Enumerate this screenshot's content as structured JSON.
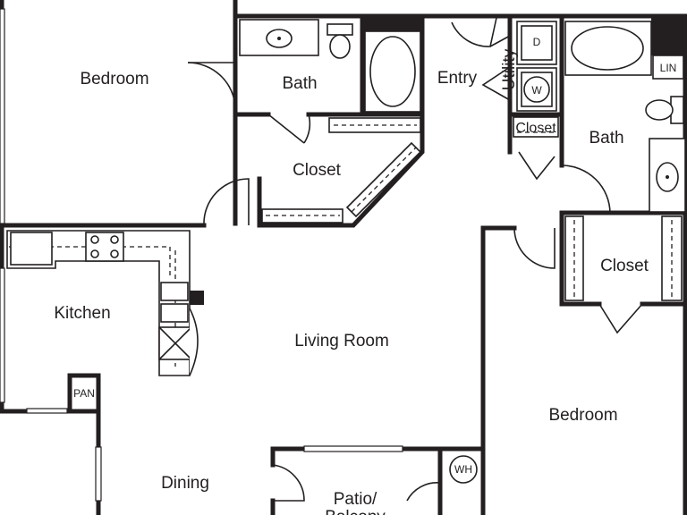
{
  "rooms": {
    "bedroom_top_left": "Bedroom",
    "bath_top": "Bath",
    "closet_center": "Closet",
    "entry": "Entry",
    "utility": "Utility",
    "closet_small": "Closet",
    "bath_right": "Bath",
    "closet_right": "Closet",
    "kitchen": "Kitchen",
    "living_room": "Living Room",
    "bedroom_right": "Bedroom",
    "dining": "Dining",
    "patio_line1": "Patio/",
    "patio_line2": "Balcony"
  },
  "fixtures": {
    "pantry": "PAN",
    "linen": "LIN",
    "water_heater": "WH",
    "dryer": "D",
    "washer": "W"
  }
}
